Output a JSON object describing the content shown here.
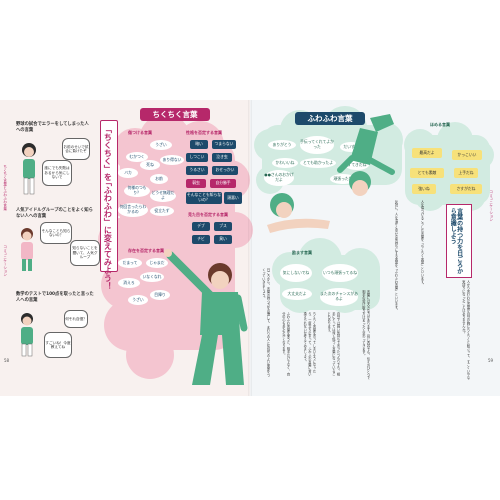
{
  "left_page": {
    "side_header": "ちくちく言葉とふわふわ言葉",
    "side_label": "コミュニケーション",
    "page_number": "58",
    "vertical_title_part1": "「ちくちく」を",
    "vertical_title_part2": "「ふわふわ」に変えてみよう！",
    "questions": [
      "野球の試合でエラーをしてしまった人への言葉",
      "人気アイドルグループのことをよく知らない人への言葉",
      "数学のテストで100点を取ったと言った人への言葉"
    ],
    "bubbles_q1": [
      "お前のせいで試合に負けたぞ",
      "誰にでも失敗はあるから気にしないで"
    ],
    "bubbles_q2": [
      "そんなことも知らないの？",
      "知らないことを聞いて、人気グループ"
    ],
    "bubbles_q3": [
      "何それ自慢？",
      "すごいね！今度教えてね"
    ],
    "chiku": {
      "title": "ちくちく言葉",
      "groups": [
        {
          "label": "傷つける言葉",
          "items": [
            "うざい",
            "むかつく",
            "バカ",
            "死ね",
            "お前",
            "あり得ない",
            "何様のつもり？",
            "どうせ無理だよ",
            "何回言ったらわかるの",
            "役立たず"
          ]
        },
        {
          "label": "性格を否定する言葉",
          "items": [
            "暗い",
            "しつこい",
            "うるさい",
            "つまらない",
            "泣き虫",
            "おせっかい",
            "弱虫",
            "自分勝手",
            "そんなことも知らないの？",
            "頭悪い"
          ]
        },
        {
          "label": "見た目を否定する言葉",
          "items": [
            "デブ",
            "ブス",
            "チビ",
            "臭い"
          ]
        },
        {
          "label": "存在を否定する言葉",
          "items": [
            "だまって",
            "じゃまだ",
            "消えろ",
            "いなくなれ",
            "うざい",
            "目障り"
          ]
        }
      ]
    }
  },
  "right_page": {
    "page_number": "59",
    "side_label": "コミュニケーション",
    "fuwa": {
      "title": "ふわふわ言葉",
      "top_words": [
        "ありがとう",
        "手伝ってくれてよかった",
        "かわいいね",
        "とても助かったよ",
        "だいすき",
        "すてきだね",
        "頑張ったね",
        "●●さんのおかげだよ"
      ],
      "encourage_label": "励ます言葉",
      "encourage": [
        "気にしないでね",
        "いつも頑張ってるね",
        "大丈夫だよ",
        "また次のチャンスがあるよ"
      ],
      "praise_label": "ほめる言葉",
      "praise": [
        "最高だよ",
        "かっこいい",
        "とても素敵",
        "上手だね",
        "強いね",
        "さすがだね"
      ]
    },
    "box_title": "言葉の持つ力を日ごろから意識しよう",
    "body_columns": [
      "人から言われた言葉が自分の胸にちくちくと刺さって、すごくいやな気持ちになったことはありませんか？",
      "人を傷つけるこうした言葉を「ちくちく言葉」といいます。",
      "反対に、人を温かく幸せな気持ちにする言葉を「ふわふわ言葉」といいます。",
      "言葉には大きな力があります。同じ内容でも、伝え方ひとつで相手の受け取り方はまったく変わってきます。",
      "自分では軽い気持ちで言ったつもりでも、相手にとっては深く傷つく言葉になっていることもあります。",
      "ちくちく言葉を言ってしまいそうになったら、一度立ち止まって、ふわふわ言葉に言い換えられないか考えてみましょう。",
      "ふわふわ言葉を使うと、相手だけでなく、自分の心もあたたかくなります。",
      "日ごろから、言葉の持つ力を意識して、まわりの人と気持ちのよい関係をつくっていきましょう。"
    ]
  },
  "colors": {
    "navy": "#1d4a6b",
    "magenta": "#b6286a",
    "pink_cloud": "#f3b7c6",
    "green": "#4fae86",
    "mint": "#cfeadf"
  }
}
